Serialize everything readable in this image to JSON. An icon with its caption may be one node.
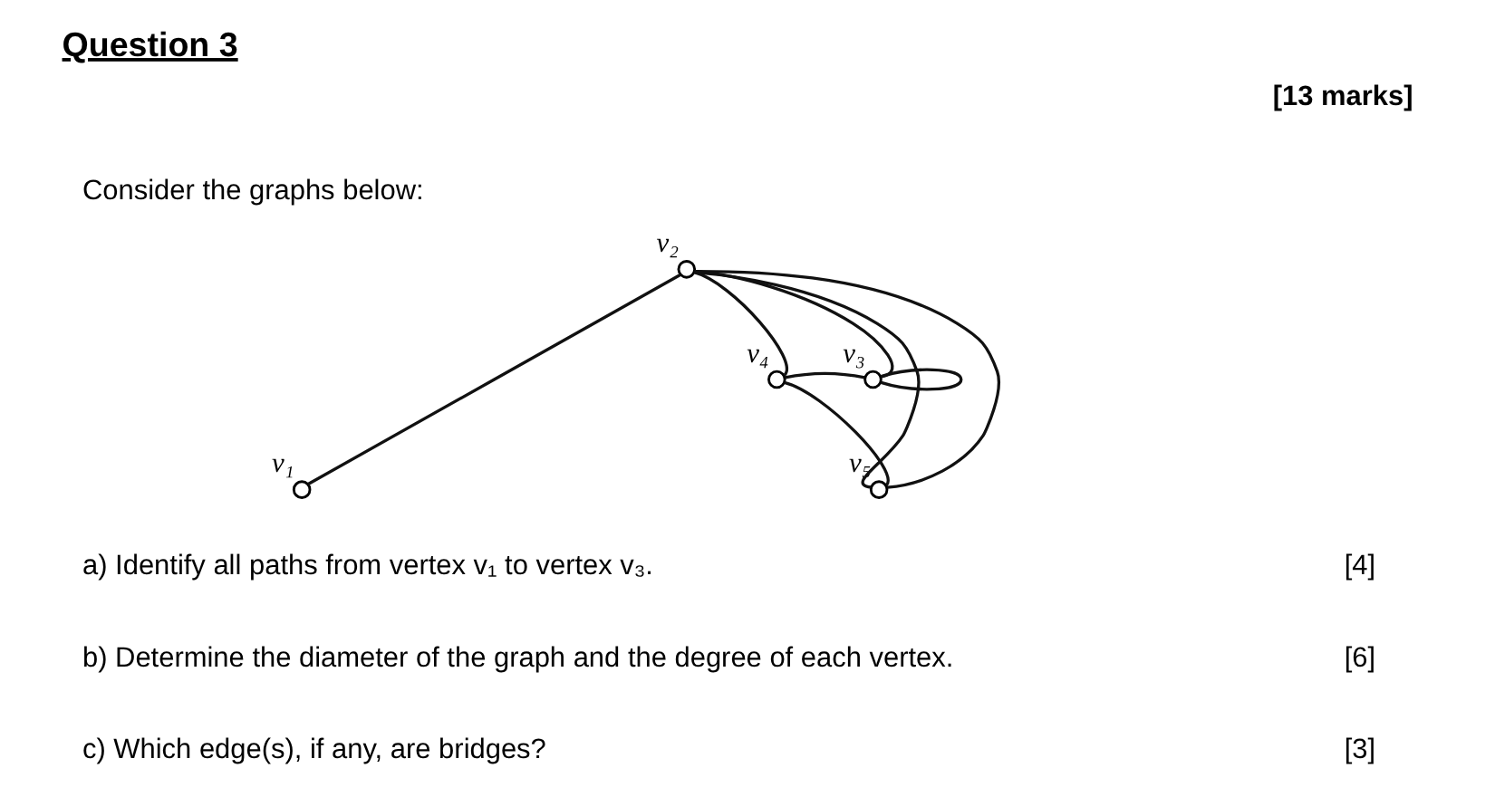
{
  "diagram": {
    "title": "Question 3",
    "nodes": [
      {
        "text": [],
        "shape": "circle",
        "beside": [
          "v₂"
        ]
      },
      {
        "text": [],
        "shape": "circle",
        "beside": [
          "v₃"
        ]
      },
      {
        "text": [],
        "shape": "circle",
        "beside": [
          "v₄"
        ]
      },
      {
        "text": [],
        "shape": "circle",
        "beside": [
          "v₅"
        ]
      },
      {
        "text": [],
        "shape": "circle",
        "beside": [
          "v₁"
        ]
      }
    ],
    "edges": [
      {
        "from": 0,
        "to": 4,
        "arrow": "none"
      },
      {
        "from": 0,
        "to": 2,
        "arrow": "none"
      },
      {
        "from": 0,
        "to": 1,
        "arrow": "none"
      },
      {
        "from": 0,
        "to": 3,
        "arrow": "none"
      },
      {
        "from": 0,
        "to": 3,
        "arrow": "none"
      },
      {
        "from": 1,
        "to": 1,
        "arrow": "none"
      },
      {
        "from": 2,
        "to": 3,
        "arrow": "none"
      },
      {
        "from": 2,
        "to": 1,
        "arrow": "none"
      }
    ],
    "labels": [
      "[13 marks]",
      "Consider the graphs below:",
      "a) Identify all paths from vertex v₁ to vertex v₃.",
      "[4]",
      "b) Determine the diameter of the graph and the degree of each vertex.",
      "[6]",
      "c) Which edge(s), if any, are bridges?",
      "[3]"
    ]
  }
}
